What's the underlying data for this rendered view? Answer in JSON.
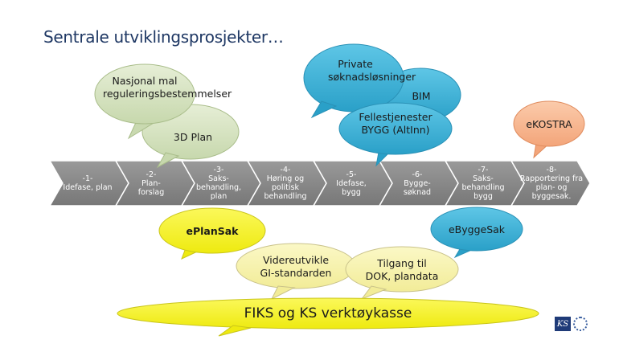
{
  "slide": {
    "title": "Sentrale utviklingsprosjekter…"
  },
  "bubbles": {
    "nasjonal": "Nasjonal mal reguleringsbestemmelser",
    "plan3d": "3D Plan",
    "private": "Private søknadsløsninger",
    "bim": "BIM",
    "felles": "Fellestjenester BYGG (AltInn)",
    "ekostra": "eKOSTRA",
    "eplansak": "ePlanSak",
    "ebyggesak": "eByggeSak",
    "videreutvikle": "Videreutvikle GI-standarden",
    "tilgang": "Tilgang til DOK, plandata"
  },
  "process_steps": [
    {
      "num": "-1-",
      "label": "Idefase, plan"
    },
    {
      "num": "-2-",
      "label": "Plan-forslag"
    },
    {
      "num": "-3-",
      "label": "Saks-behandling, plan"
    },
    {
      "num": "-4-",
      "label": "Høring og politisk behandling"
    },
    {
      "num": "-5-",
      "label": "Idefase, bygg"
    },
    {
      "num": "-6-",
      "label": "Bygge-søknad"
    },
    {
      "num": "-7-",
      "label": "Saks-behandling bygg"
    },
    {
      "num": "-8-",
      "label": "Rapportering fra plan- og byggesak."
    }
  ],
  "footer": {
    "fiks": "FIKS og KS verktøykasse",
    "logo_text": "KS"
  },
  "colors": {
    "title": "#1f3864",
    "chevron": "#8c8c8c",
    "green_bubble": "#d5e2c0",
    "blue_bubble": "#3bb4d8",
    "orange_bubble": "#f7b58f",
    "yellow_bright": "#f5f21a",
    "yellow_light": "#f7f3a8",
    "logo_blue": "#1f3b78"
  }
}
